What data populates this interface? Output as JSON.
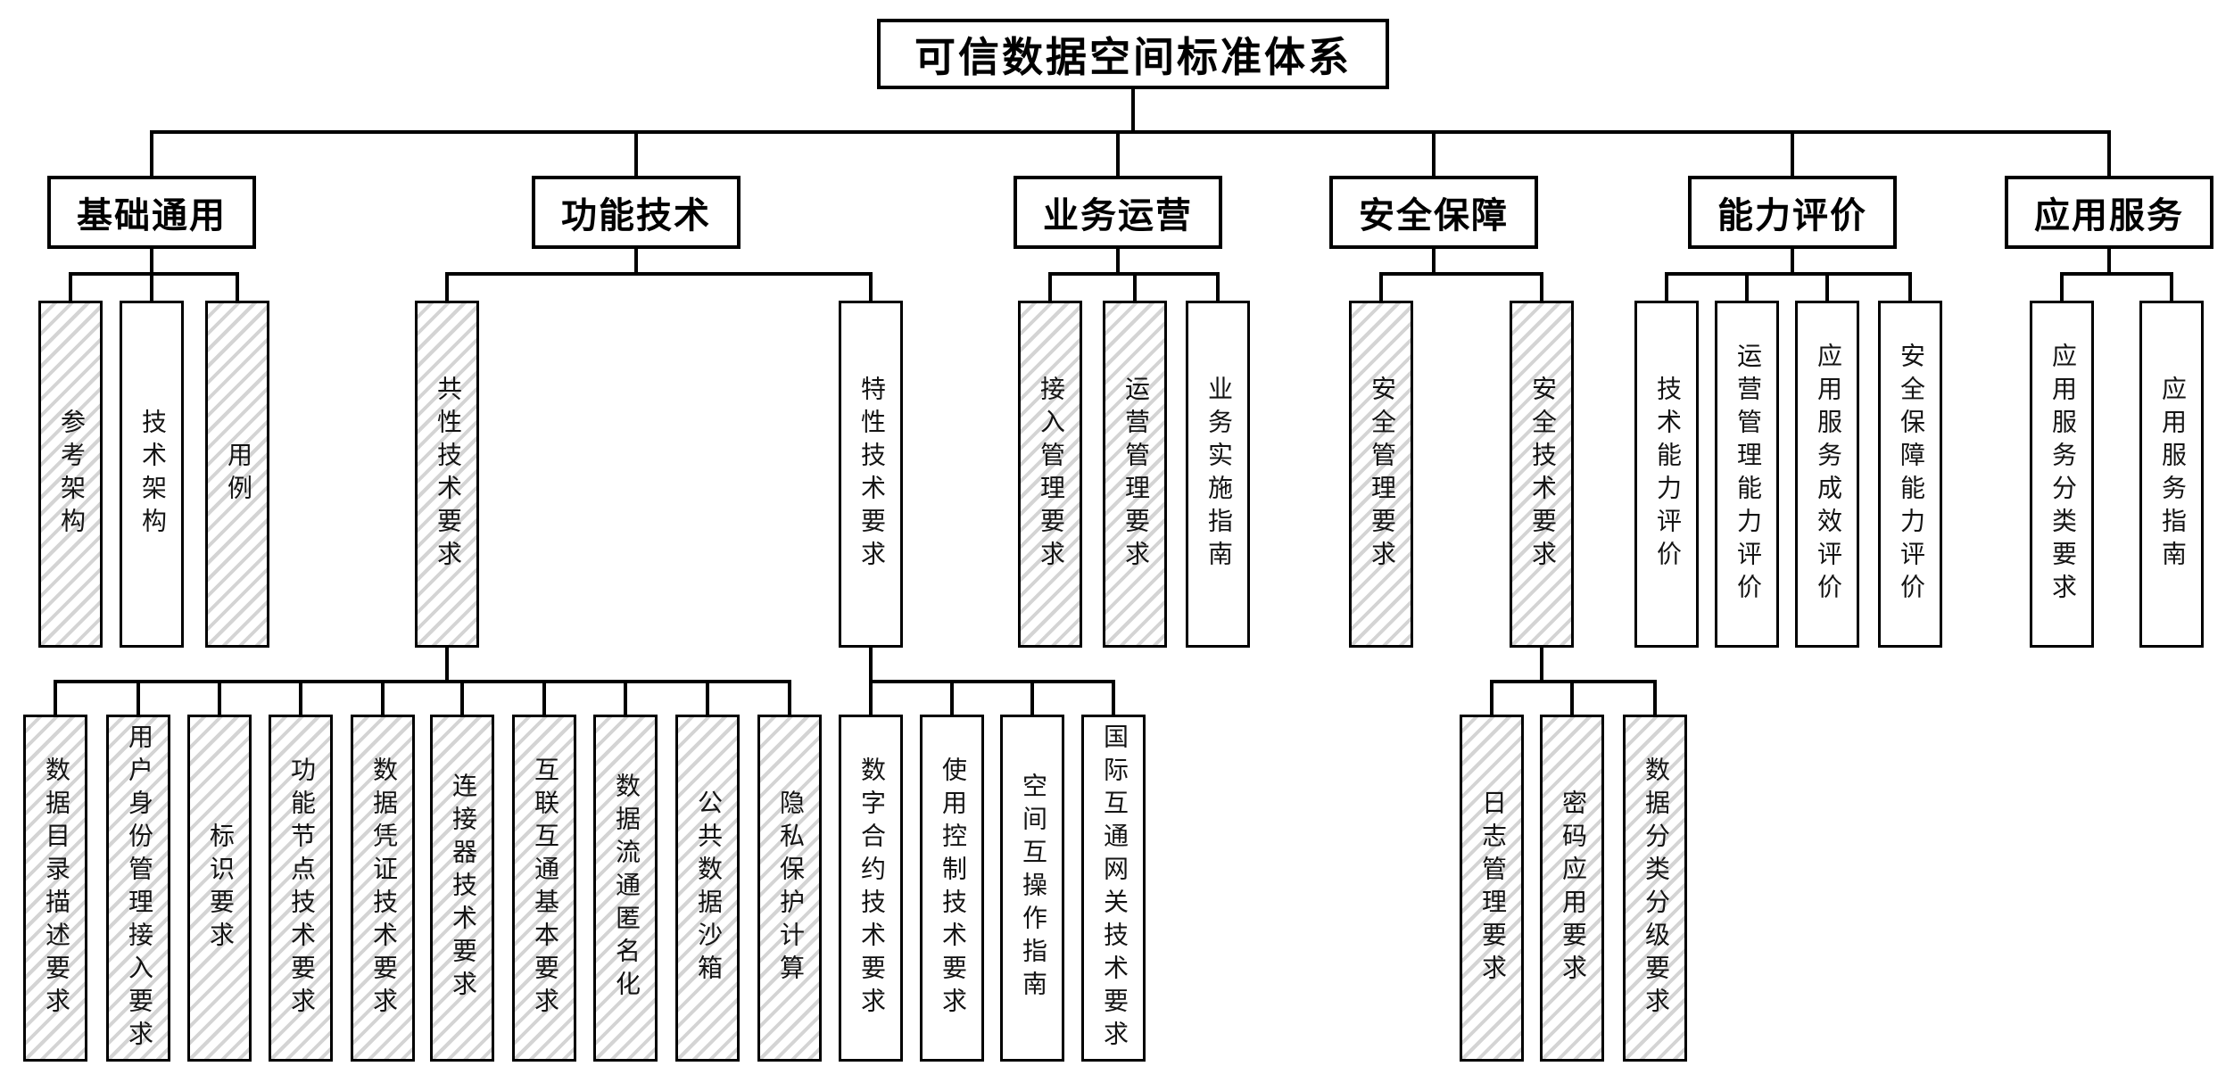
{
  "colors": {
    "line": "#000000",
    "hatch_stripe": "#d4d4d4",
    "box_background": "#ffffff"
  },
  "tree": {
    "root": "可信数据空间标准体系",
    "categories": [
      {
        "label": "基础通用",
        "children": [
          {
            "label": "参考架构",
            "hatched": true
          },
          {
            "label": "技术架构",
            "hatched": false
          },
          {
            "label": "用例",
            "hatched": true
          }
        ]
      },
      {
        "label": "功能技术",
        "children": [
          {
            "label": "共性技术要求",
            "hatched": true,
            "children": [
              {
                "label": "数据目录描述要求",
                "hatched": true
              },
              {
                "label": "用户身份管理接入要求",
                "hatched": true
              },
              {
                "label": "标识要求",
                "hatched": true
              },
              {
                "label": "功能节点技术要求",
                "hatched": true
              },
              {
                "label": "数据凭证技术要求",
                "hatched": true
              },
              {
                "label": "连接器技术要求",
                "hatched": true
              },
              {
                "label": "互联互通基本要求",
                "hatched": true
              },
              {
                "label": "数据流通匿名化",
                "hatched": true
              },
              {
                "label": "公共数据沙箱",
                "hatched": true
              },
              {
                "label": "隐私保护计算",
                "hatched": true
              }
            ]
          },
          {
            "label": "特性技术要求",
            "hatched": false,
            "children": [
              {
                "label": "数字合约技术要求",
                "hatched": false
              },
              {
                "label": "使用控制技术要求",
                "hatched": false
              },
              {
                "label": "空间互操作指南",
                "hatched": false
              },
              {
                "label": "国际互通网关技术要求",
                "hatched": false
              }
            ]
          }
        ]
      },
      {
        "label": "业务运营",
        "children": [
          {
            "label": "接入管理要求",
            "hatched": true
          },
          {
            "label": "运营管理要求",
            "hatched": true
          },
          {
            "label": "业务实施指南",
            "hatched": false
          }
        ]
      },
      {
        "label": "安全保障",
        "children": [
          {
            "label": "安全管理要求",
            "hatched": true
          },
          {
            "label": "安全技术要求",
            "hatched": true,
            "children": [
              {
                "label": "日志管理要求",
                "hatched": true
              },
              {
                "label": "密码应用要求",
                "hatched": true
              },
              {
                "label": "数据分类分级要求",
                "hatched": true
              }
            ]
          }
        ]
      },
      {
        "label": "能力评价",
        "children": [
          {
            "label": "技术能力评价",
            "hatched": false
          },
          {
            "label": "运营管理能力评价",
            "hatched": false
          },
          {
            "label": "应用服务成效评价",
            "hatched": false
          },
          {
            "label": "安全保障能力评价",
            "hatched": false
          }
        ]
      },
      {
        "label": "应用服务",
        "children": [
          {
            "label": "应用服务分类要求",
            "hatched": false
          },
          {
            "label": "应用服务指南",
            "hatched": false
          }
        ]
      }
    ]
  }
}
